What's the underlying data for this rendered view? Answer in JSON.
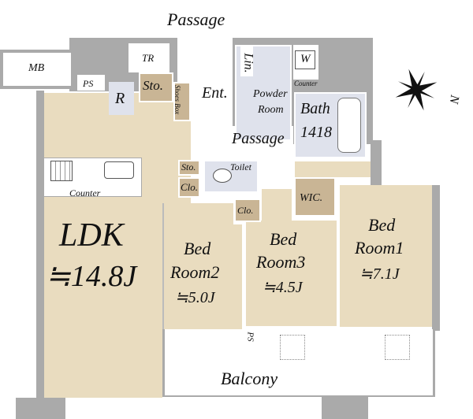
{
  "plan": {
    "passage_top": "Passage",
    "passage_mid": "Passage",
    "tr": "TR",
    "mb": "MB",
    "ps_top": "PS",
    "ps_bottom": "PS",
    "r": "R",
    "sto_entrance": "Sto.",
    "shoes_box": "Shoes Box",
    "ent": "Ent.",
    "lin": "Lin.",
    "w": "W",
    "counter_powder": "Counter",
    "powder_room": [
      "Powder",
      "Room"
    ],
    "bath": [
      "Bath",
      "1418"
    ],
    "counter_kitchen": "Counter",
    "sto_small": "Sto.",
    "toilet": "Toilet",
    "clo_1": "Clo.",
    "clo_2": "Clo.",
    "wic": "WIC.",
    "ldk": {
      "name": "LDK",
      "size": "≒14.8J"
    },
    "bedroom2": {
      "name": [
        "Bed",
        "Room2"
      ],
      "size": "≒5.0J"
    },
    "bedroom3": {
      "name": [
        "Bed",
        "Room3"
      ],
      "size": "≒4.5J"
    },
    "bedroom1": {
      "name": [
        "Bed",
        "Room1"
      ],
      "size": "≒7.1J"
    },
    "balcony": "Balcony",
    "compass_n": "N"
  },
  "colors": {
    "room": "#e9dcbf",
    "wet": "#dfe2ec",
    "storage": "#c9b595",
    "wall": "#aaaaaa"
  }
}
